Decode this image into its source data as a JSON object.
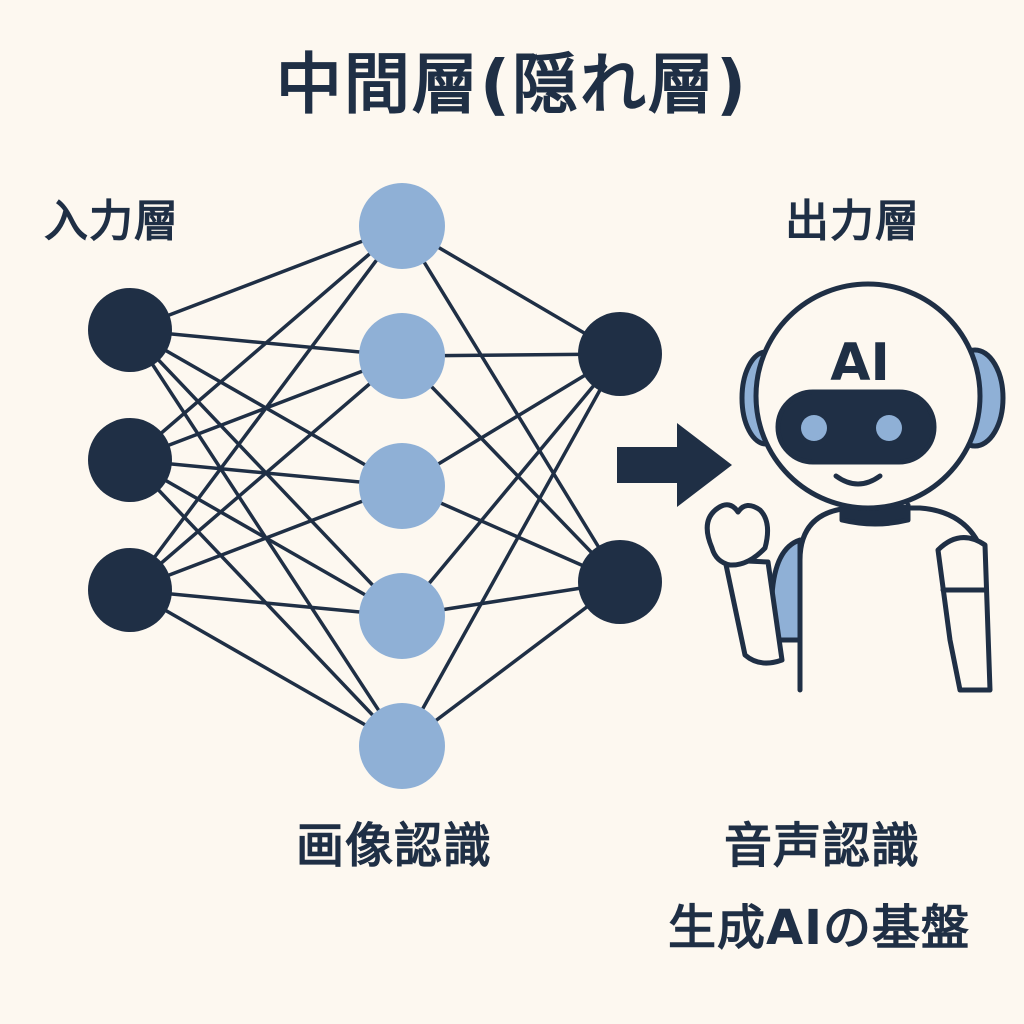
{
  "title": "中間層(隠れ層)",
  "layers": {
    "input": "入力層",
    "output": "出力層"
  },
  "network": {
    "input_nodes": 3,
    "hidden_nodes": 5,
    "output_nodes": 2
  },
  "robot": {
    "head_label": "AI"
  },
  "applications": [
    "画像認識",
    "音声認識",
    "生成AIの基盤"
  ],
  "colors": {
    "dark_node": "#1f2f45",
    "hidden_node": "#8fb0d6",
    "background": "#fdf8f0"
  },
  "icons": [
    "arrow-right-icon",
    "robot-icon"
  ]
}
